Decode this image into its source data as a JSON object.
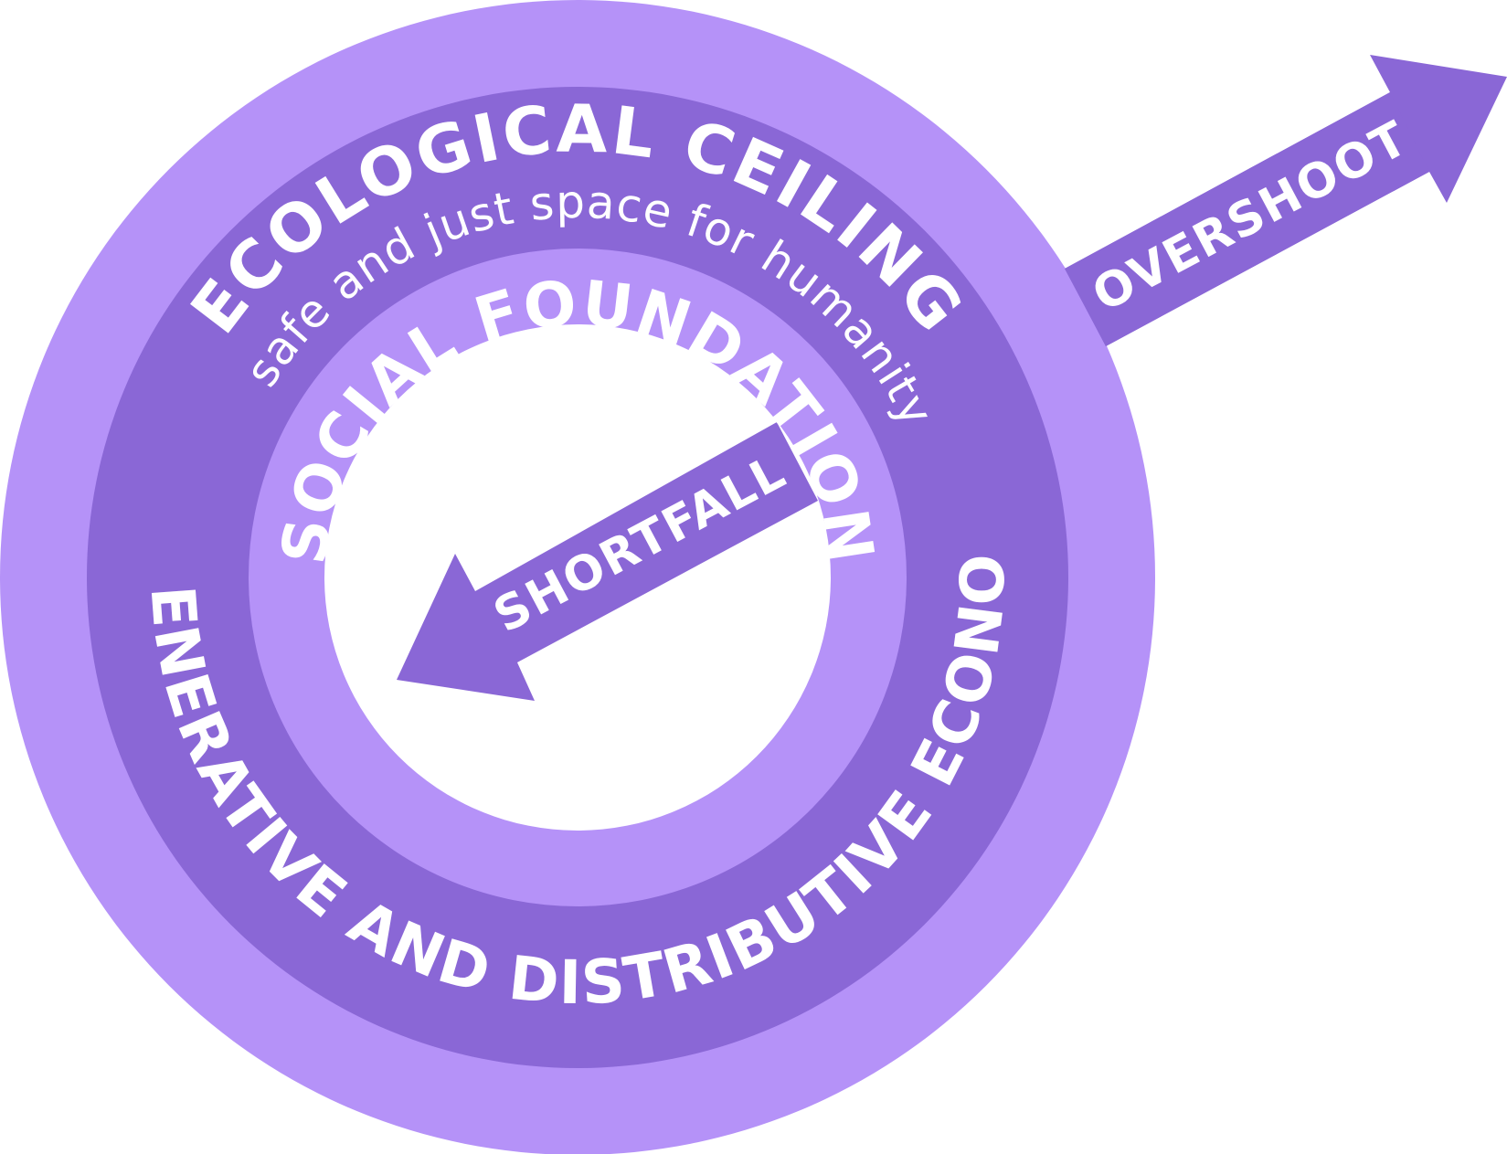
{
  "diagram": {
    "labels": {
      "ecological_ceiling": "ECOLOGICAL CEILING",
      "safe_space": "safe and just space for humanity",
      "social_foundation": "SOCIAL FOUNDATION",
      "economy": "REGENERATIVE AND DISTRIBUTIVE ECONOMY",
      "overshoot": "OVERSHOOT",
      "shortfall": "SHORTFALL"
    },
    "colors": {
      "light_ring": "#b592f8",
      "dark_ring": "#8a67d6",
      "arrow": "#8a67d6",
      "center": "#ffffff",
      "text": "#ffffff"
    }
  }
}
